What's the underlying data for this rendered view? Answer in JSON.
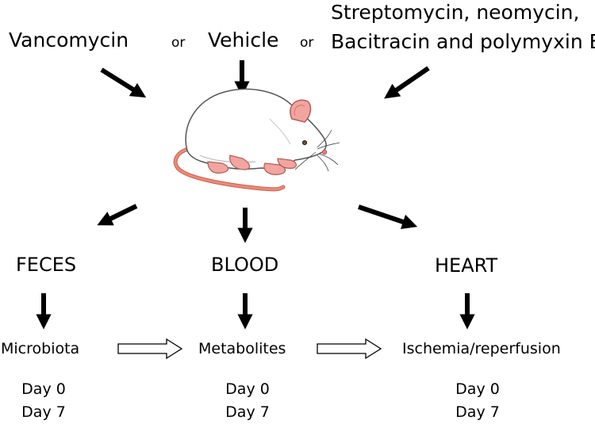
{
  "treatments": {
    "left": "Vancomycin",
    "or_1": "or",
    "middle": "Vehicle",
    "or_2": "or",
    "right_line1": "Streptomycin, neomycin,",
    "right_line2": "Bacitracin and polymyxin B"
  },
  "samples": {
    "left": "FECES",
    "middle": "BLOOD",
    "right": "HEART"
  },
  "analyses": {
    "left": "Microbiota",
    "middle": "Metabolites",
    "right": "Ischemia/reperfusion"
  },
  "days": {
    "left": [
      "Day 0",
      "Day 7"
    ],
    "middle": [
      "Day 0",
      "Day 7"
    ],
    "right": [
      "Day 0",
      "Day 7"
    ]
  },
  "illustration": {
    "icon": "rat-icon",
    "body_color": "#ffffff",
    "tail_color": "#e8806a",
    "ear_color": "#f2a5a0"
  }
}
